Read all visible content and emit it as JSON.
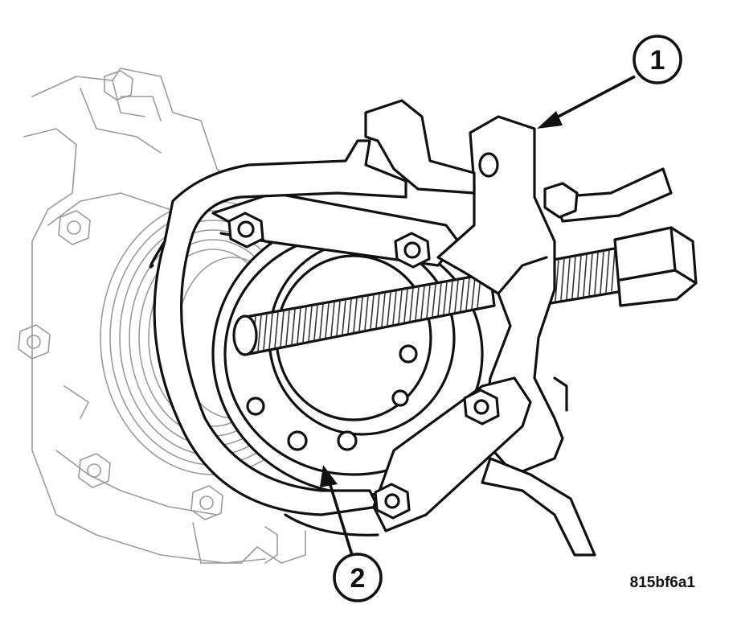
{
  "callouts": [
    {
      "number": "1"
    },
    {
      "number": "2"
    }
  ],
  "figure_id": "815bf6a1"
}
